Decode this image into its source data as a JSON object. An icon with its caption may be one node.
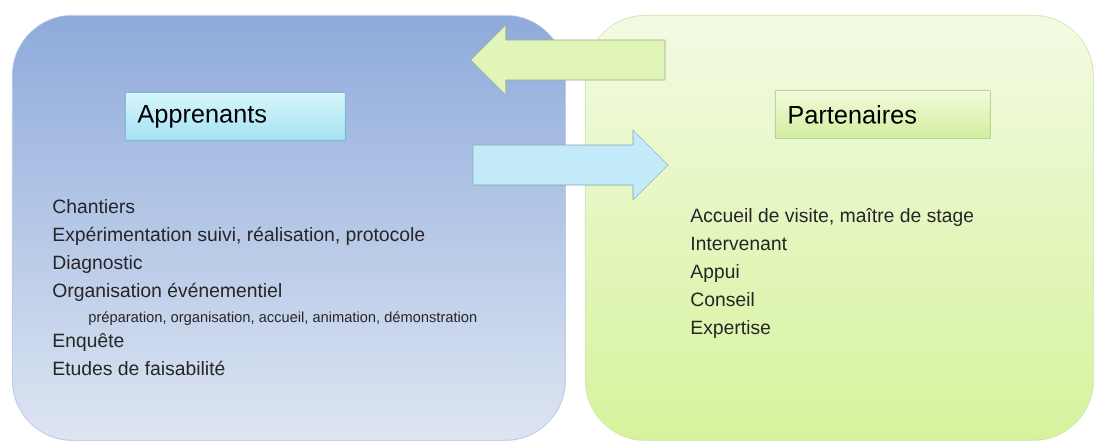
{
  "diagram": {
    "nodes": [
      {
        "text": [
          "Chantiers",
          "Expérimentation suivi, réalisation, protocole",
          "Diagnostic",
          "Organisation événementiel",
          "préparation, organisation, accueil, animation, démonstration",
          "Enquête",
          "Etudes de faisabilité"
        ]
      },
      {
        "text": [
          "Apprenants"
        ],
        "in": 0
      },
      {
        "text": [
          "Accueil de visite, maître de stage",
          "Intervenant",
          "Appui",
          "Conseil",
          "Expertise"
        ]
      },
      {
        "text": [
          "Partenaires"
        ],
        "in": 2
      }
    ],
    "edges": [
      {
        "from": 2,
        "to": 0,
        "arrow": "to",
        "color": "#e2f5b8"
      },
      {
        "from": 0,
        "to": 2,
        "arrow": "to",
        "color": "#c2eaf8"
      }
    ]
  }
}
